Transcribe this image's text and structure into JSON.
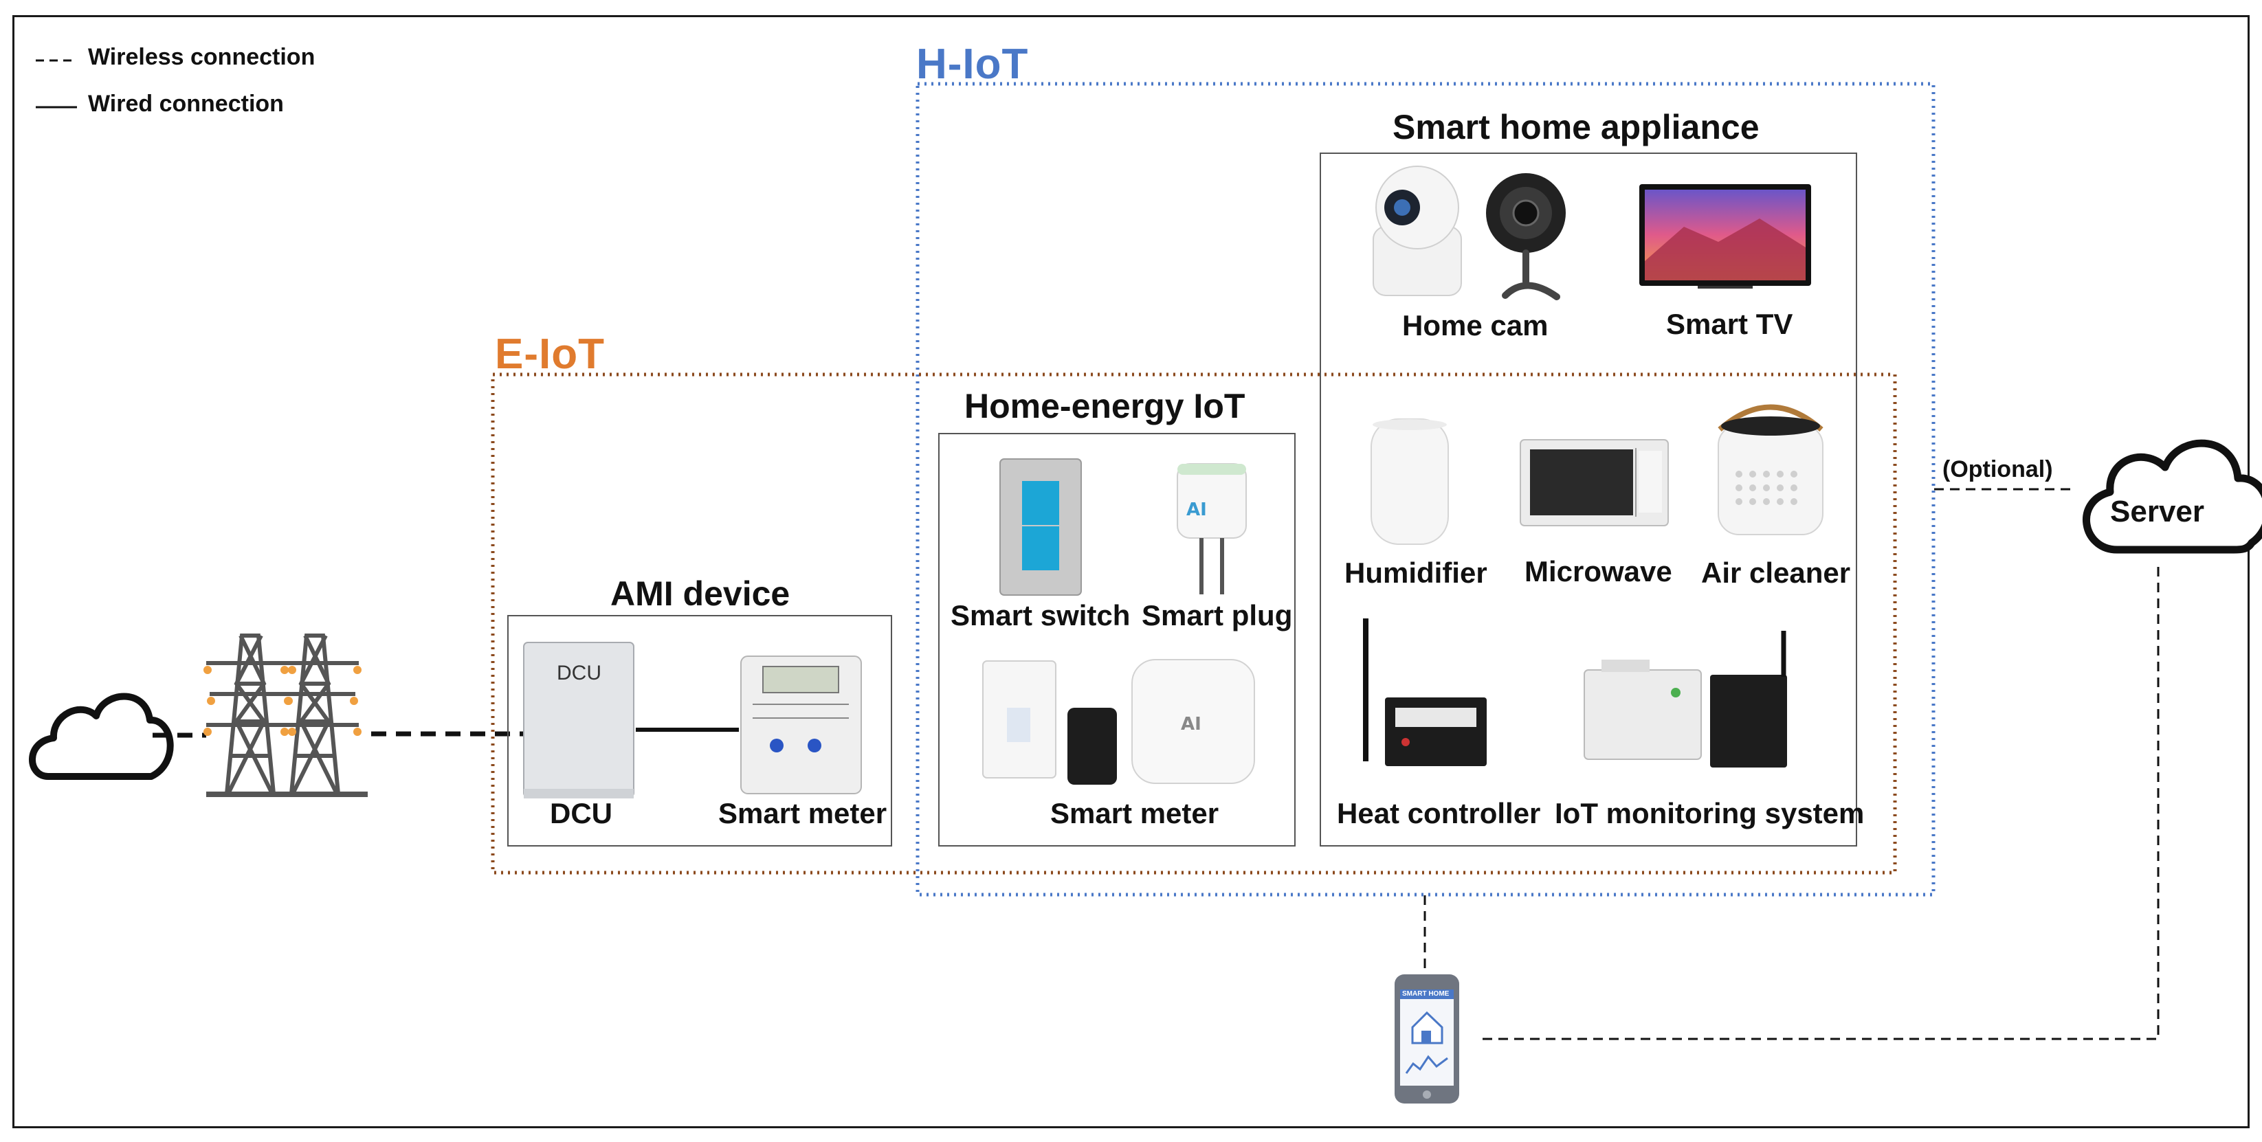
{
  "legend": {
    "wireless": "Wireless connection",
    "wired": "Wired connection"
  },
  "zones": {
    "h_iot": {
      "label": "H-IoT",
      "color": "#4a78c7"
    },
    "e_iot": {
      "label": "E-IoT",
      "color": "#e07b2e"
    }
  },
  "sections": {
    "smart_home_appliance": "Smart home appliance",
    "home_energy_iot": "Home-energy IoT",
    "ami_device": "AMI device"
  },
  "devices": {
    "home_cam": "Home cam",
    "smart_tv": "Smart TV",
    "humidifier": "Humidifier",
    "microwave": "Microwave",
    "air_cleaner": "Air cleaner",
    "heat_controller": "Heat controller",
    "iot_monitoring": "IoT monitoring system",
    "smart_switch": "Smart switch",
    "smart_plug": "Smart plug",
    "smart_meter_energy": "Smart meter",
    "dcu": "DCU",
    "dcu_panel_text": "DCU",
    "smart_meter_ami": "Smart meter"
  },
  "cloud": {
    "server": "Server",
    "optional": "(Optional)"
  },
  "phone": {
    "app_title": "SMART HOME"
  },
  "colors": {
    "frame": "#1a1a1a",
    "h_iot_border": "#4a78c7",
    "e_iot_border": "#8b4a1e",
    "box_border": "#555555"
  }
}
